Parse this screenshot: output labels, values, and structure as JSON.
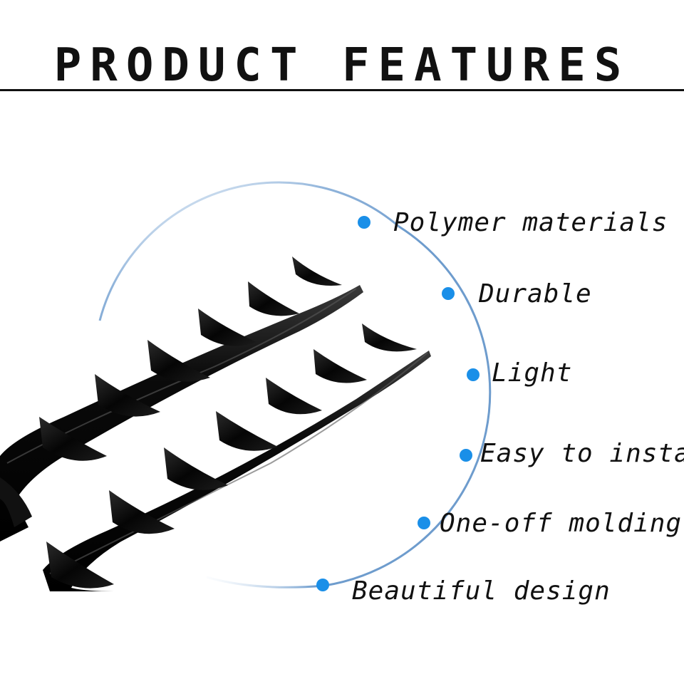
{
  "header": {
    "title": "PRODUCT FEATURES"
  },
  "features": [
    {
      "label": "Polymer materials"
    },
    {
      "label": "Durable"
    },
    {
      "label": "Light"
    },
    {
      "label": "Easy to install"
    },
    {
      "label": "One-off molding"
    },
    {
      "label": "Beautiful design"
    }
  ],
  "colors": {
    "bullet": "#1a8fe8",
    "arc": "#5b8fc7",
    "product": "#0a0a0a",
    "text": "#111111"
  },
  "product": {
    "icon": "rear-diffuser-fins-pair"
  }
}
